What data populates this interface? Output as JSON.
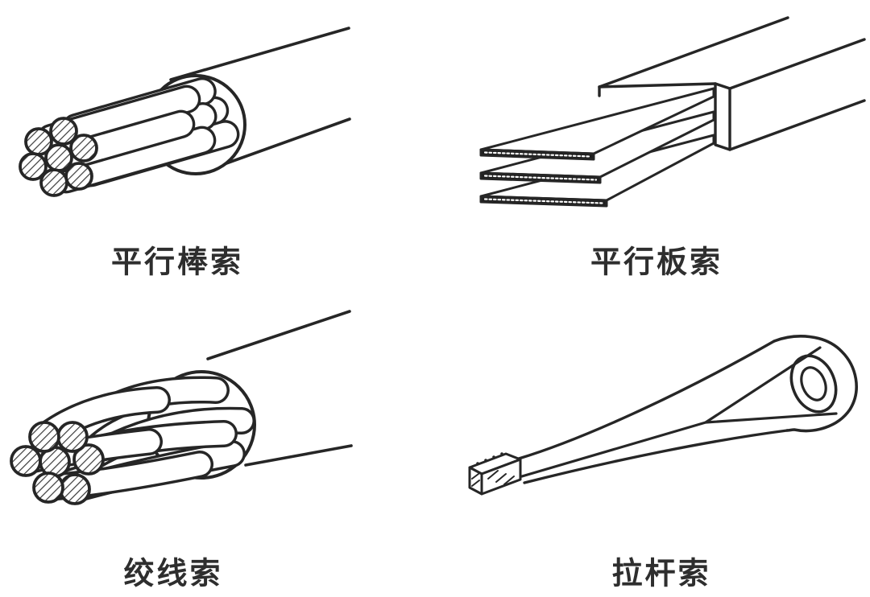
{
  "page": {
    "background": "#ffffff",
    "line_color": "#262626",
    "text_color": "#2e2e2e"
  },
  "figures": [
    {
      "id": "parallel-bar-cable",
      "caption": "平行棒索"
    },
    {
      "id": "parallel-plate-cable",
      "caption": "平行板索"
    },
    {
      "id": "stranded-wire-cable",
      "caption": "绞线索"
    },
    {
      "id": "tie-rod-cable",
      "caption": "拉杆索"
    }
  ]
}
